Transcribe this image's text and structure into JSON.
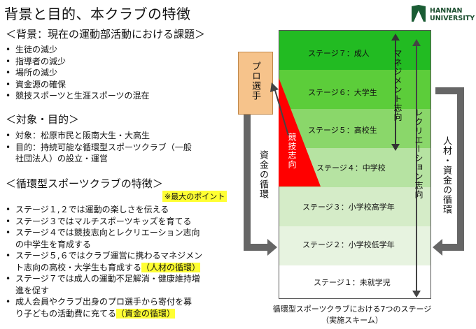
{
  "title": "背景と目的、本クラブの特徴",
  "logo": {
    "line1": "HANNAN",
    "line2": "UNIVERSITY",
    "color": "#1a5c34"
  },
  "background": {
    "heading": "＜背景：現在の運動部活動における課題＞",
    "items": [
      "生徒の減少",
      "指導者の減少",
      "場所の減少",
      "資金源の確保",
      "競技スポーツと生涯スポーツの混在"
    ]
  },
  "target": {
    "heading": "＜対象・目的＞",
    "items": [
      "対象：松原市民と阪南大生・大高生",
      "目的：持続可能な循環型スポーツクラブ（一般",
      "社団法人）の設立・運営"
    ]
  },
  "features": {
    "heading": "＜循環型スポーツクラブの特徴＞",
    "note": "※最大のポイント",
    "lines": [
      {
        "bullet": true,
        "text": "ステージ１,２では運動の楽しさを伝える"
      },
      {
        "bullet": true,
        "text": "ステージ３ではマルチスポーツキッズを育てる"
      },
      {
        "bullet": true,
        "text": "ステージ４では競技志向とレクリエーション志向"
      },
      {
        "bullet": false,
        "text": "の中学生を育成する"
      },
      {
        "bullet": true,
        "text": "ステージ５,６ではクラブ運営に携わるマネジメン"
      },
      {
        "bullet": false,
        "text": "ト志向の高校・大学生も育成する",
        "highlight": "（人材の循環）"
      },
      {
        "bullet": true,
        "text": "ステージ７では成人の運動不足解消・健康維持増"
      },
      {
        "bullet": false,
        "text": "進を促す"
      },
      {
        "bullet": true,
        "text": "成人会員やクラブ出身のプロ選手から寄付を募"
      },
      {
        "bullet": false,
        "text": "り子どもの活動費に充てる",
        "highlight": "（資金の循環）"
      }
    ]
  },
  "diagram": {
    "pro_player": "プロ選手",
    "competitive": "競技志向",
    "management": "マネジメント志向",
    "recreation": "レクリエーション志向",
    "fund_cycle": "資金の循環",
    "people_fund_cycle": "人材・資金の循環",
    "stages": [
      {
        "label": "ステージ７：成人",
        "color": "#22bb22"
      },
      {
        "label": "ステージ６：大学生",
        "color": "#5ccd3a"
      },
      {
        "label": "ステージ５：高校生",
        "color": "#8ad76a"
      },
      {
        "label": "ステージ４：中学校",
        "color": "#b6e3a2"
      },
      {
        "label": "ステージ３：小学校高学年",
        "color": "#d5ecc8"
      },
      {
        "label": "ステージ２：小学校低学年",
        "color": "#e7f3e0"
      },
      {
        "label": "ステージ１：未就学児",
        "color": "#ffffff"
      }
    ],
    "caption_line1": "循環型スポーツクラブにおける7つのステージ",
    "caption_line2": "（実施スキーム）",
    "pro_box_color": "#f6c38b",
    "competitive_color": "#ff0000"
  }
}
